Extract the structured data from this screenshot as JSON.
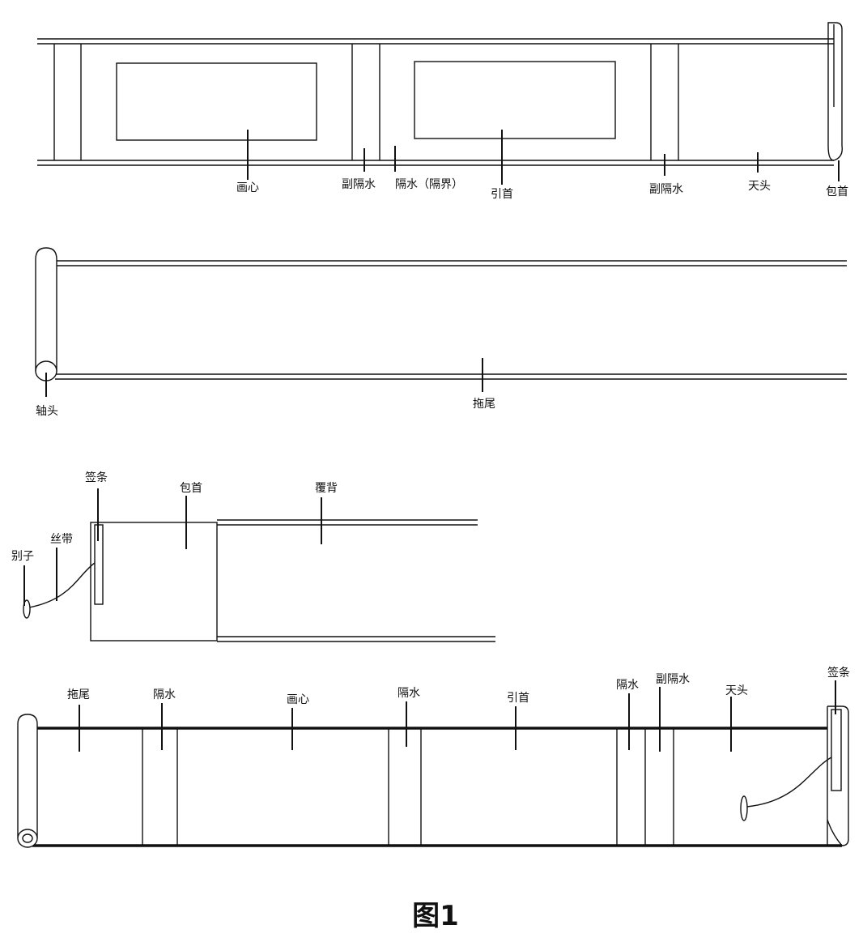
{
  "caption": "图1",
  "diagram1": {
    "labels": {
      "huaxin": "画心",
      "fugeshui_left": "副隔水",
      "geshui_gejie": "隔水（隔界）",
      "yinshou": "引首",
      "fugeshui_right": "副隔水",
      "tiantou": "天头",
      "baoshou": "包首"
    }
  },
  "diagram2": {
    "labels": {
      "zhoutou": "轴头",
      "tuowei": "拖尾"
    }
  },
  "diagram3": {
    "labels": {
      "qiantiao": "签条",
      "baoshou": "包首",
      "fubei": "覆背",
      "biezi": "别子",
      "sidai": "丝带"
    }
  },
  "diagram4": {
    "labels": {
      "tuowei": "拖尾",
      "geshui_1": "隔水",
      "huaxin": "画心",
      "geshui_2": "隔水",
      "yinshou": "引首",
      "geshui_3": "隔水",
      "fugeshui": "副隔水",
      "tiantou": "天头",
      "qiantiao": "签条"
    }
  }
}
